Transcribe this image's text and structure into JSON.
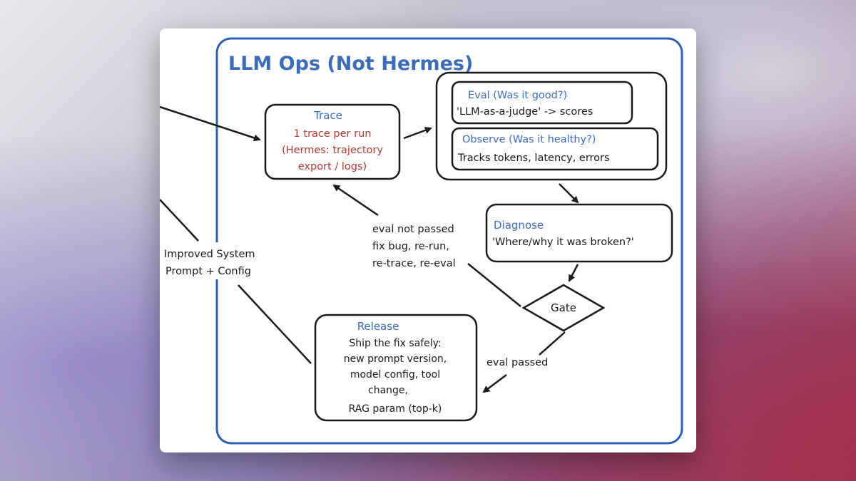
{
  "frame_title": "LLM Ops (Not Hermes)",
  "trace": {
    "title": "Trace",
    "lines": [
      "1 trace per run",
      "(Hermes: trajectory",
      "export / logs)"
    ]
  },
  "eval": {
    "title": "Eval (Was it good?)",
    "text": "'LLM-as-a-judge' -> scores"
  },
  "observe": {
    "title": "Observe (Was it healthy?)",
    "text": "Tracks tokens, latency, errors"
  },
  "diagnose": {
    "title": "Diagnose",
    "text": "'Where/why it was broken?'"
  },
  "gate": {
    "label": "Gate"
  },
  "release": {
    "title": "Release",
    "lines": [
      "Ship the fix safely:",
      "new prompt version,",
      "model config, tool",
      "change,",
      "RAG param (top-k)"
    ]
  },
  "loop_note": {
    "lines": [
      "eval not passed",
      "fix bug, re-run,",
      "re-trace, re-eval"
    ]
  },
  "passed_note": {
    "text": "eval passed"
  },
  "improved_note": {
    "lines": [
      "Improved System",
      "Prompt + Config"
    ]
  },
  "colors": {
    "frame_blue": "#2f5fb3",
    "title_blue": "#3c6bb8",
    "trace_red": "#b23a36",
    "ink": "#1a1a1a"
  }
}
